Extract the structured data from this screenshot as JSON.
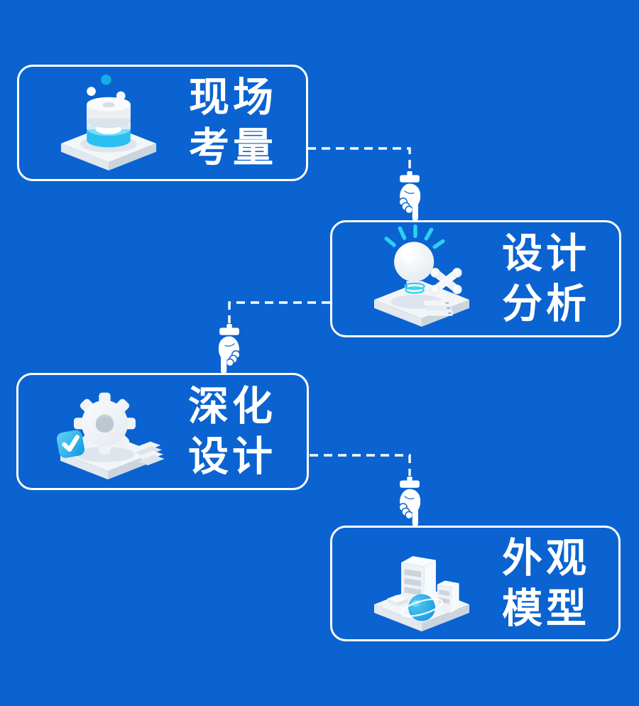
{
  "page": {
    "background_color": "#0a63d0",
    "card_border_color": "#ffffff",
    "title_color": "#ffffff",
    "accent_cyan": "#2bd0f4",
    "accent_blue": "#14acea",
    "connector_style": "white dashed line with pointing hand"
  },
  "steps": [
    {
      "id": "step-1",
      "line1": "现场",
      "line2": "考量",
      "icon": "survey-cylinder-3d-icon"
    },
    {
      "id": "step-2",
      "line1": "设计",
      "line2": "分析",
      "icon": "lightbulb-idea-3d-icon"
    },
    {
      "id": "step-3",
      "line1": "深化",
      "line2": "设计",
      "icon": "gear-check-3d-icon"
    },
    {
      "id": "step-4",
      "line1": "外观",
      "line2": "模型",
      "icon": "buildings-globe-3d-icon"
    }
  ],
  "connectors": [
    {
      "from": "step-1",
      "to": "step-2",
      "style": "dashed",
      "icon": "pointing-hand-down-icon"
    },
    {
      "from": "step-2",
      "to": "step-3",
      "style": "dashed",
      "icon": "pointing-hand-down-icon"
    },
    {
      "from": "step-3",
      "to": "step-4",
      "style": "dashed",
      "icon": "pointing-hand-down-icon"
    }
  ]
}
